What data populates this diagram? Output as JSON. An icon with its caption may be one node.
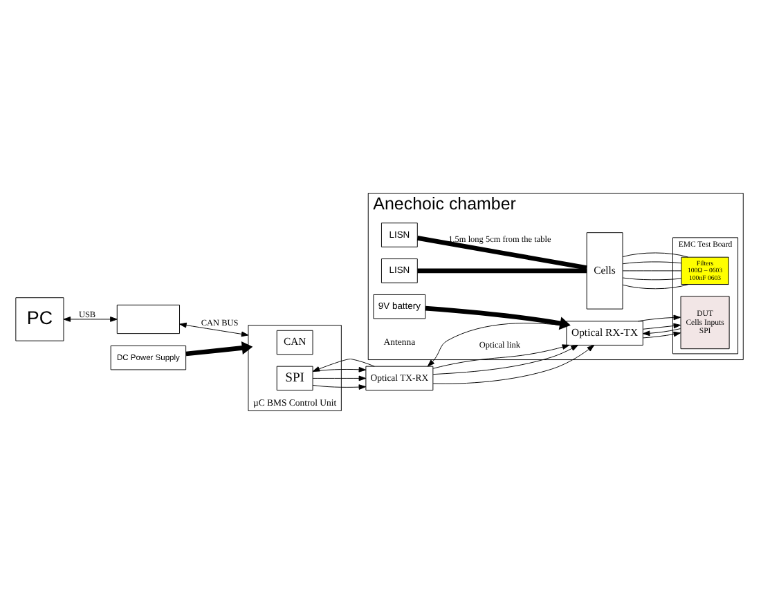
{
  "diagram": {
    "nodes": [
      {
        "text": [
          "Anechoic chamber"
        ]
      },
      {
        "text": [
          "LISN"
        ],
        "in": 0
      },
      {
        "text": [
          "LISN"
        ],
        "in": 0
      },
      {
        "text": [
          "Cells"
        ],
        "in": 0
      },
      {
        "text": [
          "EMC Test Board"
        ],
        "in": 0
      },
      {
        "text": [
          "Filters",
          "100Ω – 0603",
          "100nF 0603"
        ],
        "in": 4
      },
      {
        "text": [
          "DUT",
          "Cells Inputs",
          "SPI"
        ],
        "in": 4
      },
      {
        "text": [
          "9V battery"
        ],
        "in": 0
      },
      {
        "text": [
          "Optical RX-TX"
        ],
        "in": 0
      },
      {
        "text": [
          "Optical TX-RX"
        ]
      },
      {
        "text": [
          "PC"
        ]
      },
      {
        "text": [],
        "shape": "box"
      },
      {
        "text": [
          "µC BMS Control Unit"
        ]
      },
      {
        "text": [
          "CAN"
        ],
        "in": 12
      },
      {
        "text": [
          "SPI"
        ],
        "in": 12
      },
      {
        "text": [
          "DC Power Supply"
        ]
      }
    ],
    "edges": [
      {
        "from": 1,
        "to": 3,
        "arrow": "none",
        "label": "1.5m long 5cm from the table",
        "style": "thick"
      },
      {
        "from": 2,
        "to": 3,
        "arrow": "none",
        "style": "thick"
      },
      {
        "from": 3,
        "to": 5,
        "arrow": "none"
      },
      {
        "from": 3,
        "to": 5,
        "arrow": "none"
      },
      {
        "from": 3,
        "to": 5,
        "arrow": "none"
      },
      {
        "from": 3,
        "to": 5,
        "arrow": "none"
      },
      {
        "from": 3,
        "to": 5,
        "arrow": "none"
      },
      {
        "from": 6,
        "to": 8,
        "arrow": "to"
      },
      {
        "from": 8,
        "to": 6,
        "arrow": "to"
      },
      {
        "from": 8,
        "to": 6,
        "arrow": "to"
      },
      {
        "from": 8,
        "to": 6,
        "arrow": "to"
      },
      {
        "from": 7,
        "to": 8,
        "arrow": "to",
        "style": "thick"
      },
      {
        "from": 9,
        "to": 8,
        "arrow": "to",
        "label": "Optical link"
      },
      {
        "from": 9,
        "to": 8,
        "arrow": "to"
      },
      {
        "from": 8,
        "to": 9,
        "arrow": "to"
      },
      {
        "from": 9,
        "to": 8,
        "arrow": "to"
      },
      {
        "from": 14,
        "to": 9,
        "arrow": "to"
      },
      {
        "from": 14,
        "to": 9,
        "arrow": "to"
      },
      {
        "from": 9,
        "to": 14,
        "arrow": "to"
      },
      {
        "from": 14,
        "to": 9,
        "arrow": "to"
      },
      {
        "from": 10,
        "to": 11,
        "arrow": "both",
        "label": "USB"
      },
      {
        "from": 11,
        "to": 12,
        "arrow": "both",
        "label": "CAN BUS"
      },
      {
        "from": 15,
        "to": 12,
        "arrow": "to",
        "style": "thick"
      }
    ],
    "labels": [
      "Antenna"
    ]
  }
}
